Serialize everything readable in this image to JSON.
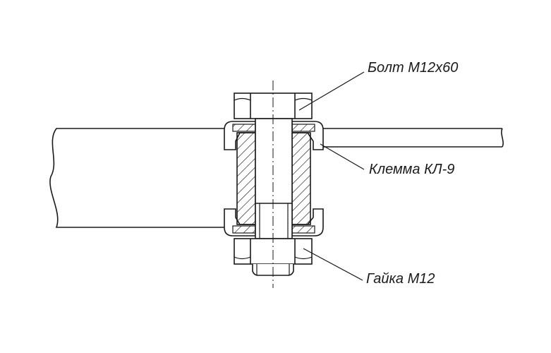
{
  "callouts": {
    "bolt": "Болт М12х60",
    "clamp": "Клемма КЛ-9",
    "nut": "Гайка М12"
  }
}
